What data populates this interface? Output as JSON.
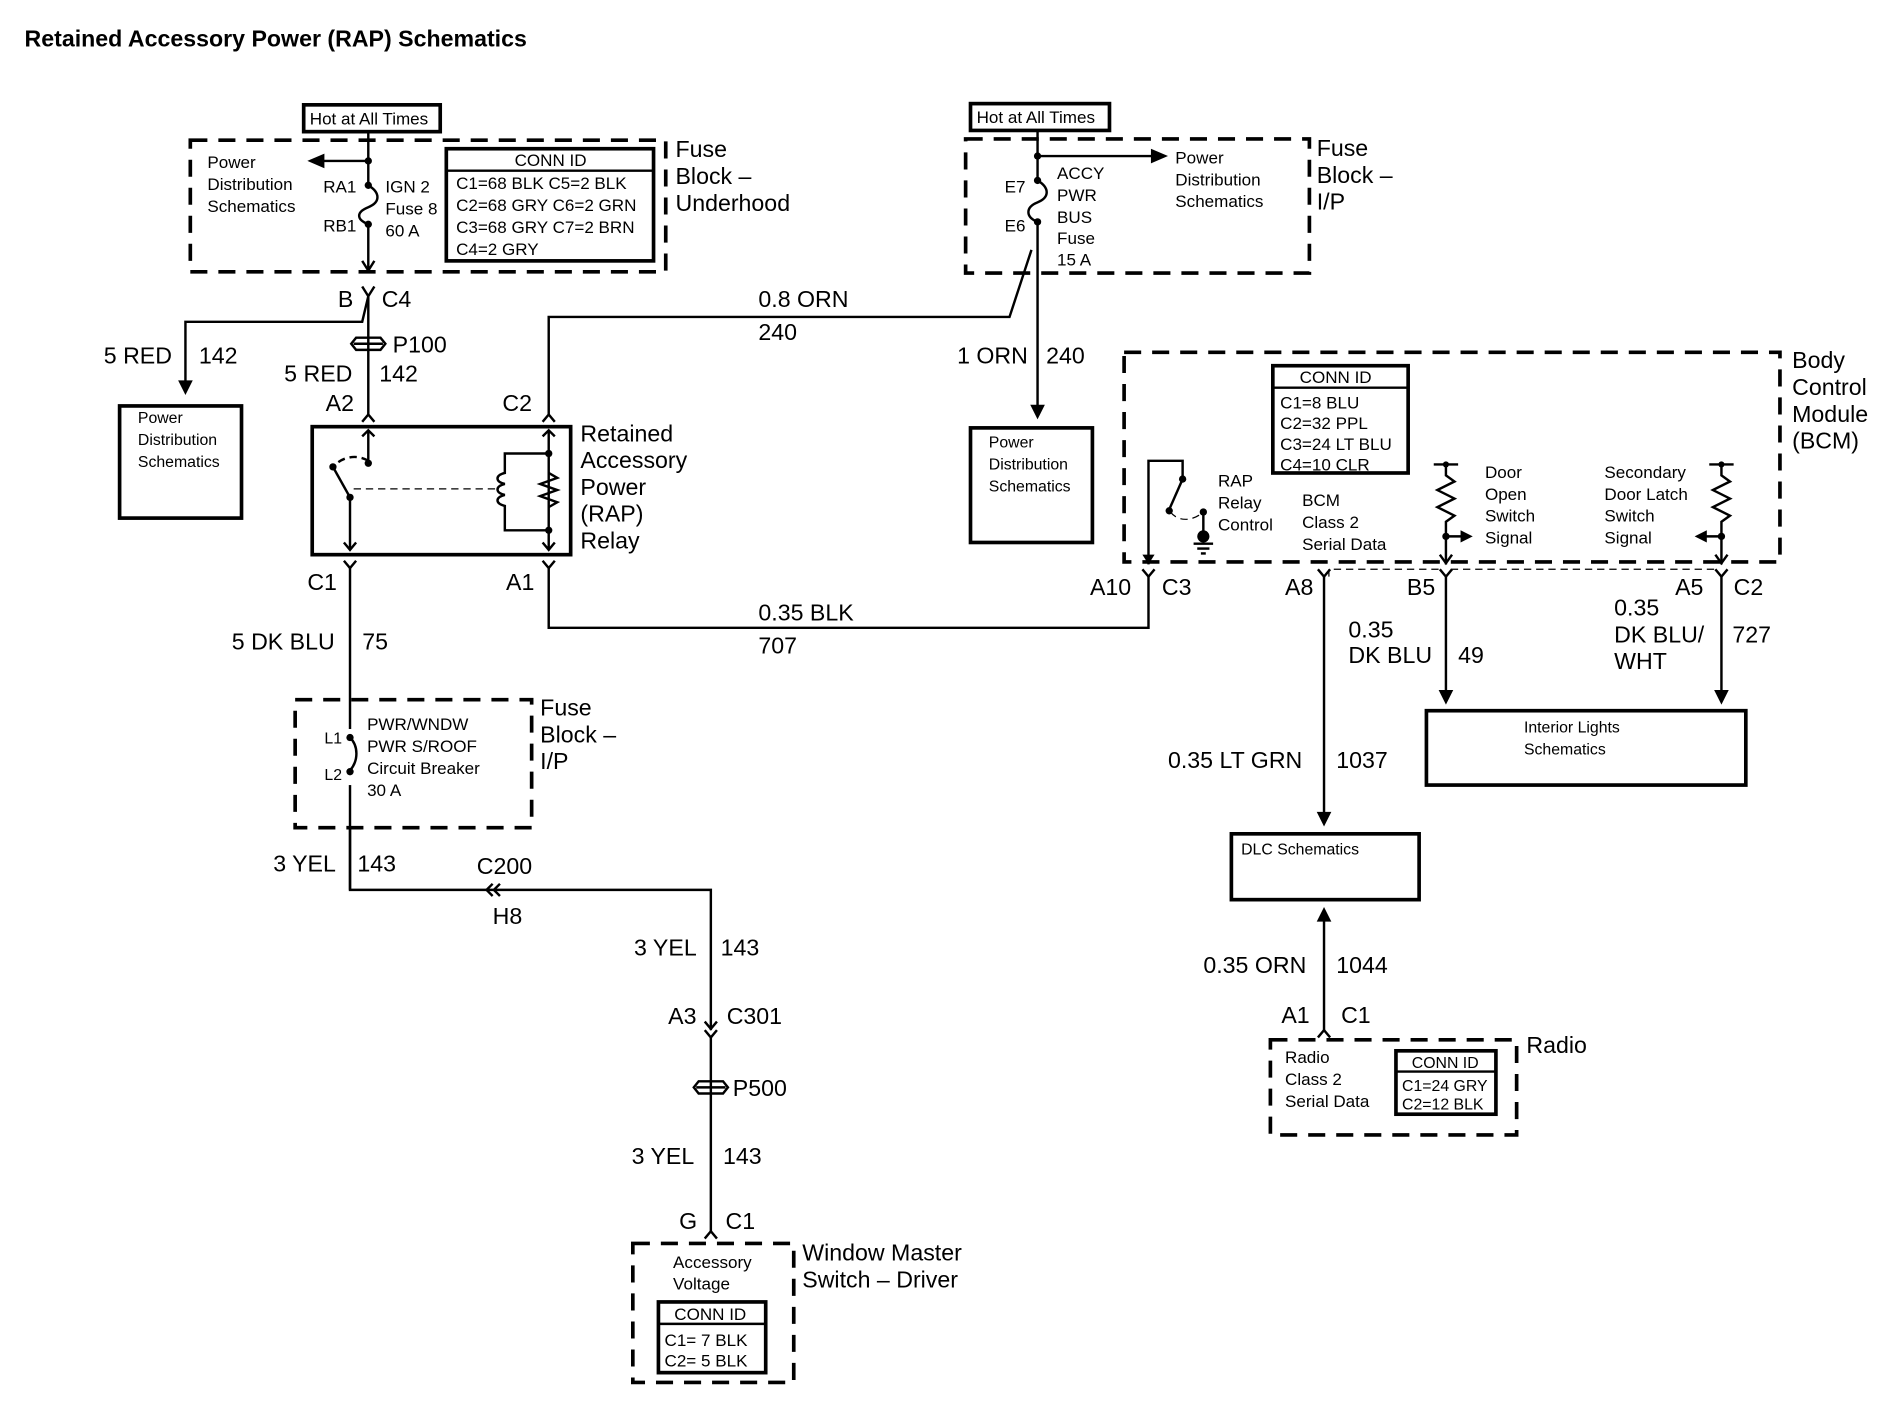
{
  "title": "Retained Accessory Power (RAP) Schematics",
  "colors": {
    "ink": "#000000",
    "background": "#ffffff"
  },
  "fuse_block_underhood": {
    "hot_label": "Hot at All Times",
    "name_lines": [
      "Fuse",
      "Block –",
      "Underhood"
    ],
    "power_dist_lines": [
      "Power",
      "Distribution",
      "Schematics"
    ],
    "terminals": [
      "RA1",
      "RB1"
    ],
    "fuse_lines": [
      "IGN 2",
      "Fuse 8",
      "60 A"
    ],
    "conn_id_header": "CONN ID",
    "conn_id_rows": [
      "C1=68 BLK  C5=2 BLK",
      "C2=68 GRY C6=2 GRN",
      "C3=68 GRY C7=2 BRN",
      "C4=2 GRY"
    ]
  },
  "underhood_output": {
    "pin": "B",
    "connector": "C4",
    "splice": "P100",
    "branch_wire": {
      "gauge_color": "5 RED",
      "circuit": "142"
    },
    "relay_wire": {
      "gauge_color": "5 RED",
      "circuit": "142"
    },
    "power_dist_box_lines": [
      "Power",
      "Distribution",
      "Schematics"
    ]
  },
  "rap_relay": {
    "name_lines": [
      "Retained",
      "Accessory",
      "Power",
      "(RAP)",
      "Relay"
    ],
    "pins": {
      "top_left": "A2",
      "top_right": "C2",
      "bottom_left": "C1",
      "bottom_right": "A1"
    }
  },
  "wire_orn_08": {
    "gauge_color": "0.8 ORN",
    "circuit": "240"
  },
  "fuse_block_ip_top": {
    "hot_label": "Hot at All Times",
    "name_lines": [
      "Fuse",
      "Block –",
      "I/P"
    ],
    "terminals": [
      "E7",
      "E6"
    ],
    "fuse_lines": [
      "ACCY",
      "PWR",
      "BUS",
      "Fuse",
      "15 A"
    ],
    "power_dist_lines": [
      "Power",
      "Distribution",
      "Schematics"
    ]
  },
  "wire_orn_1": {
    "gauge_color": "1 ORN",
    "circuit": "240"
  },
  "power_dist_box_mid_lines": [
    "Power",
    "Distribution",
    "Schematics"
  ],
  "bcm": {
    "name_lines": [
      "Body",
      "Control",
      "Module",
      "(BCM)"
    ],
    "conn_id_header": "CONN ID",
    "conn_id_rows": [
      "C1=8 BLU",
      "C2=32 PPL",
      "C3=24 LT BLU",
      "C4=10 CLR"
    ],
    "rap_control_lines": [
      "RAP",
      "Relay",
      "Control"
    ],
    "class2_lines": [
      "BCM",
      "Class 2",
      "Serial Data"
    ],
    "door_open_lines": [
      "Door",
      "Open",
      "Switch",
      "Signal"
    ],
    "secondary_latch_lines": [
      "Secondary",
      "Door Latch",
      "Switch",
      "Signal"
    ],
    "pins": [
      {
        "pin": "A10",
        "connector": "C3"
      },
      {
        "pin": "A8",
        "connector": ""
      },
      {
        "pin": "B5",
        "connector": ""
      },
      {
        "pin": "A5",
        "connector": "C2"
      }
    ]
  },
  "wire_blk": {
    "gauge_color": "0.35 BLK",
    "circuit": "707"
  },
  "wire_dk_blu_49": {
    "gauge_lines": [
      "0.35",
      "DK BLU"
    ],
    "circuit": "49"
  },
  "wire_dk_blu_wht": {
    "gauge_lines": [
      "0.35",
      "DK BLU/",
      "WHT"
    ],
    "circuit": "727"
  },
  "interior_lights_lines": [
    "Interior Lights",
    "Schematics"
  ],
  "wire_lt_grn": {
    "gauge_color": "0.35 LT GRN",
    "circuit": "1037"
  },
  "dlc_label": "DLC Schematics",
  "wire_orn_radio": {
    "gauge_color": "0.35 ORN",
    "circuit": "1044"
  },
  "radio": {
    "pin": "A1",
    "connector": "C1",
    "name": "Radio",
    "inner_lines": [
      "Radio",
      "Class 2",
      "Serial Data"
    ],
    "conn_id_header": "CONN ID",
    "conn_id_rows": [
      "C1=24 GRY",
      "C2=12 BLK"
    ]
  },
  "wire_dk_blu_75": {
    "gauge_color": "5 DK BLU",
    "circuit": "75"
  },
  "fuse_block_ip_bottom": {
    "name_lines": [
      "Fuse",
      "Block –",
      "I/P"
    ],
    "terminals": [
      "L1",
      "L2"
    ],
    "breaker_lines": [
      "PWR/WNDW",
      "PWR S/ROOF",
      "Circuit Breaker",
      "30 A"
    ]
  },
  "wire_yel_1": {
    "gauge_color": "3 YEL",
    "circuit": "143"
  },
  "c200": {
    "connector": "C200",
    "pin": "H8"
  },
  "wire_yel_2": {
    "gauge_color": "3 YEL",
    "circuit": "143"
  },
  "c301": {
    "pin": "A3",
    "connector": "C301"
  },
  "p500": "P500",
  "wire_yel_3": {
    "gauge_color": "3 YEL",
    "circuit": "143"
  },
  "window_switch": {
    "pin": "G",
    "connector": "C1",
    "name_lines": [
      "Window Master",
      "Switch – Driver"
    ],
    "inner_lines": [
      "Accessory",
      "Voltage"
    ],
    "conn_id_header": "CONN ID",
    "conn_id_rows": [
      "C1= 7 BLK",
      "C2= 5 BLK"
    ]
  }
}
